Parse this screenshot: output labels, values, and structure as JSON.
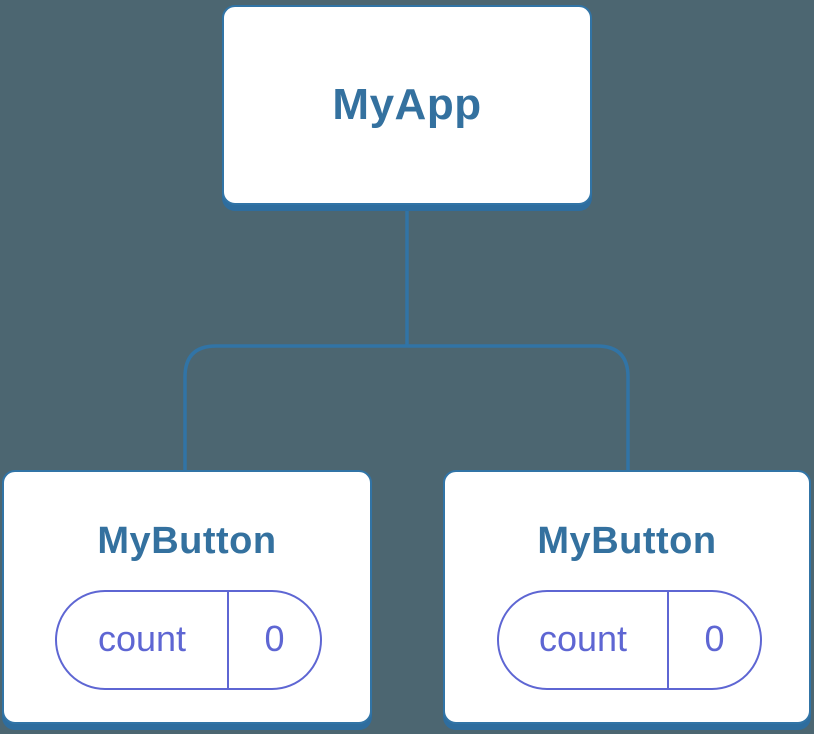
{
  "diagram": {
    "type": "component-tree",
    "root": {
      "label": "MyApp"
    },
    "children": [
      {
        "label": "MyButton",
        "state": {
          "name": "count",
          "value": "0"
        }
      },
      {
        "label": "MyButton",
        "state": {
          "name": "count",
          "value": "0"
        }
      }
    ]
  },
  "colors": {
    "background": "#4c6671",
    "node_fill": "#ffffff",
    "node_border": "#3174a6",
    "node_shadow": "#2e6d9e",
    "connector": "#3174a6",
    "label": "#34719f",
    "state": "#5e66d3"
  }
}
